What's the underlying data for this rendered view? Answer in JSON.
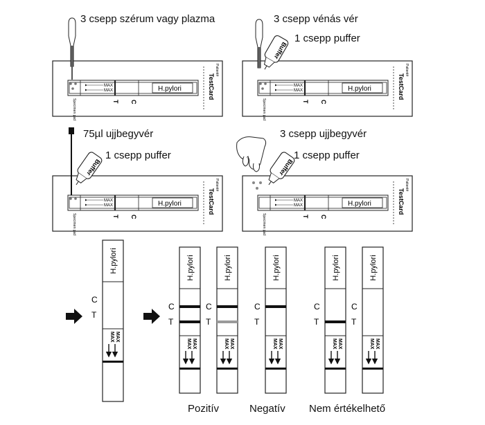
{
  "steps": {
    "serum": {
      "instruction": "3 csepp szérum vagy plazma"
    },
    "venous": {
      "instruction": "3 csepp vénás vér",
      "buffer": "1 csepp puffer"
    },
    "finger75": {
      "instruction": "75µl ujjbegyvér",
      "buffer": "1 csepp puffer"
    },
    "finger3": {
      "instruction": "3 csepp ujjbegyvér",
      "buffer": "1 csepp puffer"
    }
  },
  "card": {
    "brand": "TestCard",
    "patient": "Patient#",
    "analyte": "H.pylori",
    "c": "C",
    "t": "T",
    "max": "MAX",
    "specimen": "Specimen pad",
    "buffer_label": "Buffer"
  },
  "strip": {
    "analyte": "H.pylori",
    "c": "C",
    "t": "T",
    "max": "MAX"
  },
  "results": {
    "positive": "Pozitív",
    "negative": "Negatív",
    "invalid": "Nem értékelhető"
  },
  "colors": {
    "line": "#111111",
    "faint_line": "#9a9a9a",
    "ink": "#111111"
  }
}
